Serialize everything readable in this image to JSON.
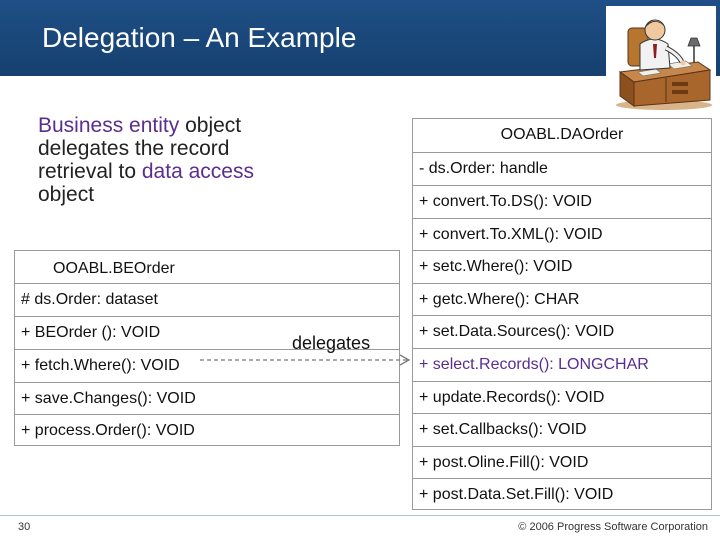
{
  "header": {
    "title": "Delegation – An Example"
  },
  "intro": {
    "p1": "Business entity",
    "p2": " object delegates the record retrieval to ",
    "p3": "data access",
    "p4": " object"
  },
  "be_class": {
    "name": "OOABL.BEOrder",
    "attribute": "# ds.Order: dataset",
    "methods": [
      "+ BEOrder (): VOID",
      "+ fetch.Where(): VOID",
      "+ save.Changes(): VOID",
      "+ process.Order(): VOID"
    ]
  },
  "da_class": {
    "name": "OOABL.DAOrder",
    "attribute": "- ds.Order: handle",
    "methods": [
      "+ convert.To.DS(): VOID",
      "+ convert.To.XML(): VOID",
      "+ setc.Where(): VOID",
      "+ getc.Where(): CHAR",
      "+ set.Data.Sources(): VOID",
      "+ select.Records(): LONGCHAR",
      "+ update.Records(): VOID",
      "+ set.Callbacks(): VOID",
      "+ post.Oline.Fill(): VOID",
      "+ post.Data.Set.Fill(): VOID"
    ]
  },
  "relation": {
    "label": "delegates"
  },
  "footer": {
    "page": "30",
    "copyright": "© 2006 Progress Software Corporation"
  },
  "colors": {
    "header": "#1f4f86",
    "highlight": "#5b2d8e",
    "border": "#9a9a9a"
  }
}
